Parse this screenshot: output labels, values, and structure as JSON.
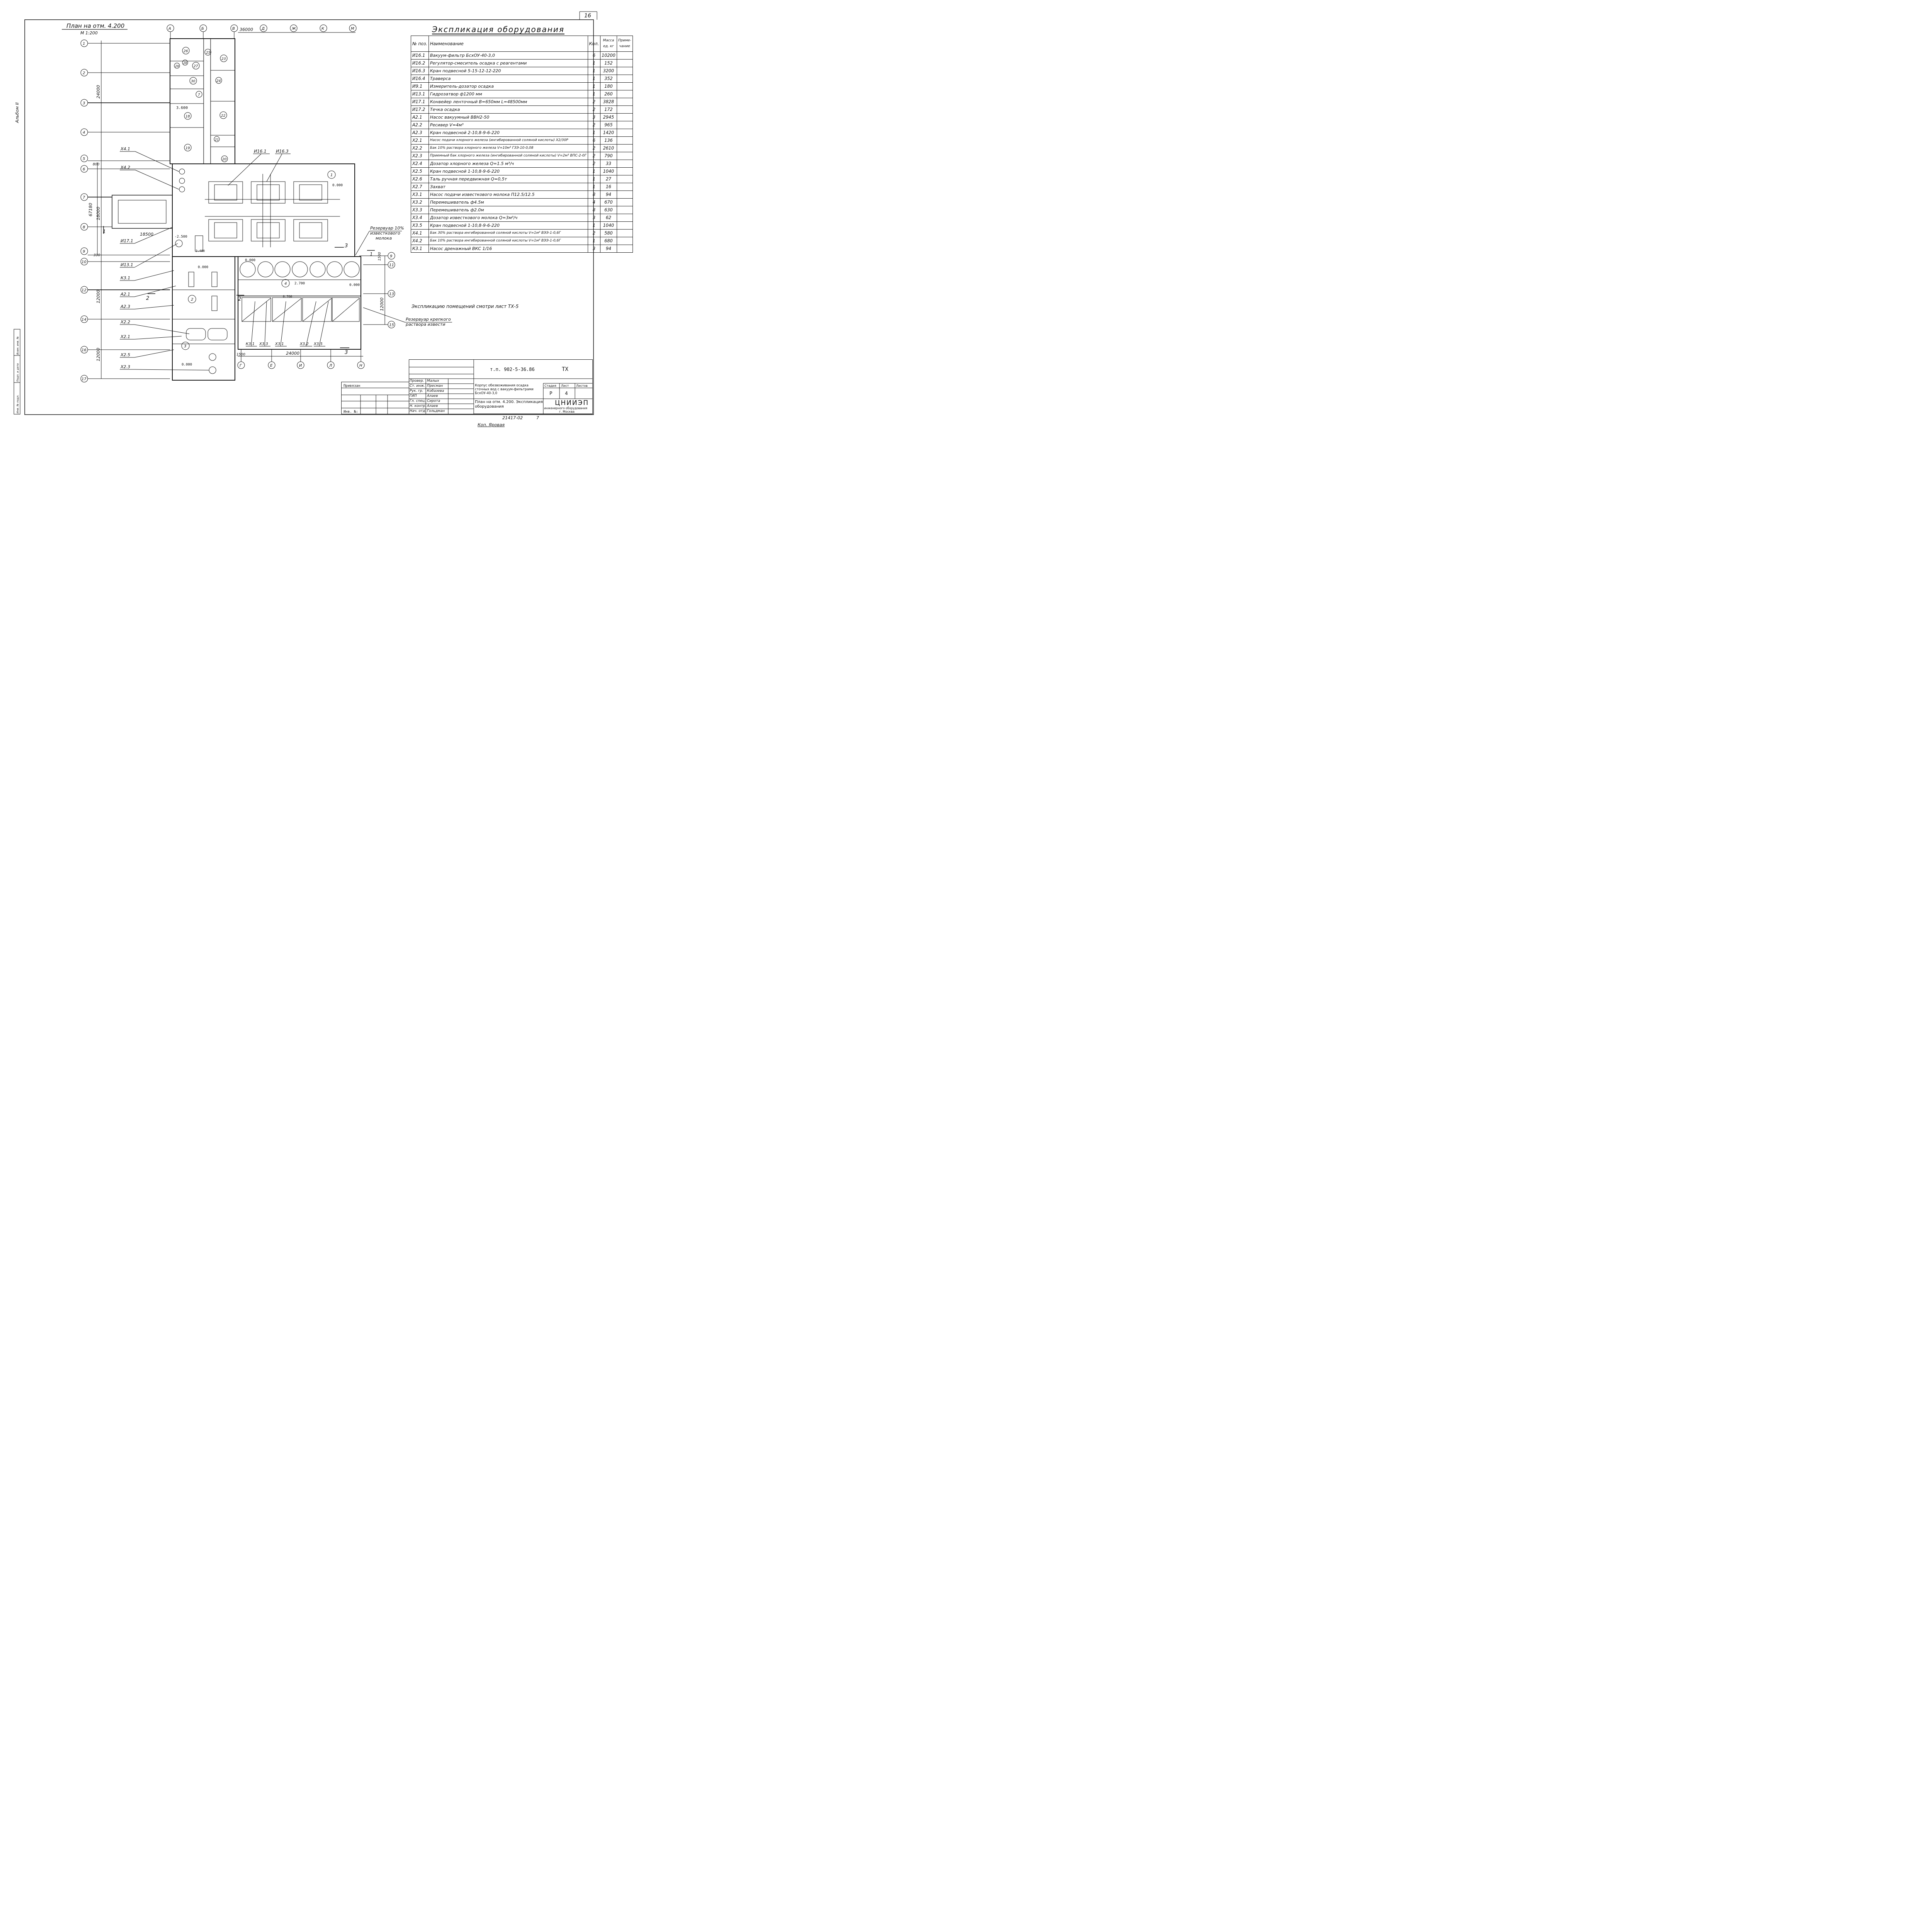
{
  "sheet_number": "16",
  "album_label": "Альбом II",
  "side_stamp": [
    "Инв. № подл.",
    "Подп. и дата",
    "Взам. инв. №"
  ],
  "plan": {
    "title": "План на отм. 4.200",
    "scale": "М 1:200",
    "top_axes": [
      "А",
      "Б",
      "В",
      "Д",
      "Ж",
      "К",
      "М"
    ],
    "top_dim": "36000",
    "bottom_axes": [
      "Г",
      "Е",
      "И",
      "Л",
      "Н"
    ],
    "bottom_dim": "24000",
    "left_axes": [
      "1",
      "2",
      "3",
      "4",
      "5",
      "6",
      "7",
      "8",
      "9",
      "10",
      "12",
      "14",
      "16",
      "17"
    ],
    "right_axes": [
      "9",
      "11",
      "13",
      "15"
    ],
    "left_dims": [
      "24000",
      "67180",
      "18000",
      "12000",
      "12000"
    ],
    "small_dims": [
      "800",
      "330",
      "18500",
      "1500",
      "1500"
    ],
    "elevations": [
      "3.600",
      "0.000",
      "0.000",
      "0.000",
      "0.000",
      "0.000",
      "2.700",
      "-2.500",
      "2.400",
      "0.760"
    ],
    "rooms": [
      "26",
      "25",
      "23",
      "28",
      "27",
      "29",
      "30",
      "24",
      "7",
      "18",
      "22",
      "21",
      "19",
      "20",
      "1",
      "2",
      "3",
      "4"
    ],
    "callouts": [
      "Х4.1",
      "Х4.2",
      "И17.1",
      "И13.1",
      "К3.1",
      "А2.1",
      "А2.3",
      "Х2.2",
      "Х2.1",
      "Х2.5",
      "Х2.3",
      "И16.1",
      "И16.3",
      "К3.1",
      "Х3.3",
      "Х3.1",
      "Х3.2",
      "Х3.5"
    ],
    "section_marks": [
      "1",
      "1",
      "2",
      "2",
      "3",
      "3"
    ],
    "label_tank_lime_milk": [
      "Резервуар 10%",
      "известкового",
      "молока"
    ],
    "label_tank_strong_lime": [
      "Резервуар крепкого",
      "раствора извести"
    ],
    "rooms_note": "Экспликацию помещений смотри лист ТХ-5"
  },
  "equipment": {
    "title": "Экспликация оборудования",
    "headers": [
      "№ поз.",
      "Наименование",
      "Кол.",
      "Масса ед. кг",
      "Приме- чание"
    ],
    "rows": [
      [
        "И16.1",
        "Вакуум-фильтр БсхОУ-40-3,0",
        "6",
        "10200"
      ],
      [
        "И16.2",
        "Регулятор-смеситель осадка с реагентами",
        "1",
        "152"
      ],
      [
        "И16.3",
        "Кран подвесной 5-15-12-12-220",
        "1",
        "3200"
      ],
      [
        "И16.4",
        "Траверса",
        "1",
        "352"
      ],
      [
        "И9.1",
        "Измеритель-дозатор осадка",
        "1",
        "180"
      ],
      [
        "И13.1",
        "Гидрозатвор ф1200 мм",
        "1",
        "260"
      ],
      [
        "И17.1",
        "Конвейер ленточный В=650мм L=48500мм",
        "2",
        "3828"
      ],
      [
        "И17.2",
        "Течка осадка",
        "2",
        "172"
      ],
      [
        "А2.1",
        "Насос вакуумный ВВН2-50",
        "3",
        "2945"
      ],
      [
        "А2.2",
        "Ресивер V=4м³",
        "2",
        "965"
      ],
      [
        "А2.3",
        "Кран подвесной 2-10,8-9-6-220",
        "1",
        "1420"
      ],
      [
        "Х2.1",
        "Насос подачи хлорного железа (ингибированной соляной кислоты) Х2/30Р",
        "6",
        "136"
      ],
      [
        "Х2.2",
        "Бак 10% раствора хлорного железа V=10м³ ГЗЭ-10-0,08",
        "2",
        "2610"
      ],
      [
        "Х2.3",
        "Приемный бак хлорного железа (ингибированной соляной кислоты) V=2м³ ВПС-2-0Г",
        "2",
        "790"
      ],
      [
        "Х2.4",
        "Дозатор хлорного железа Q=1.5 м³/ч",
        "2",
        "33"
      ],
      [
        "Х2.5",
        "Кран подвесной 1-10,8-9-6-220",
        "1",
        "1040"
      ],
      [
        "Х2.6",
        "Таль ручная передвижная Q=0,5т",
        "1",
        "27"
      ],
      [
        "Х2.7",
        "Захват",
        "1",
        "16"
      ],
      [
        "Х3.1",
        "Насос подачи известкового молока П12.5/12.5",
        "8",
        "94"
      ],
      [
        "Х3.2",
        "Перемешиватель ф4.5м",
        "4",
        "670"
      ],
      [
        "Х3.3",
        "Перемешиватель ф2.0м",
        "8",
        "630"
      ],
      [
        "Х3.4",
        "Дозатор известкового молока Q=3м³/ч",
        "3",
        "62"
      ],
      [
        "Х3.5",
        "Кран подвесной 1-10,8-9-6-220",
        "1",
        "1040"
      ],
      [
        "Х4.1",
        "Бак 30% раствора ингибированной соляной кислоты V=1м³ ВЭЭ-1-0,6Г",
        "2",
        "580"
      ],
      [
        "Х4.2",
        "Бак 10% раствора ингибированной соляной кислоты V=1м³ ВЭЭ-1-0,6Г",
        "1",
        "680"
      ],
      [
        "К3.1",
        "Насос дренажный ВКС 1/16",
        "3",
        "94"
      ]
    ]
  },
  "title_block": {
    "doc_code": "т.п. 902-5-36.86",
    "mark": "ТХ",
    "bound_label": "Привязан",
    "inv_label": "Инв. №:",
    "roles": [
      "Провер.",
      "Ст. инж.",
      "Рук. гр.",
      "ГИП",
      "Гл. спец.",
      "Н. контр.",
      "Нач. отд."
    ],
    "names": [
      "Малых",
      "Пресман",
      "Кобазева",
      "Алаев",
      "Сирота",
      "Алаев",
      "Гольдман"
    ],
    "project": "Корпус обезвоживания осадка сточных вод с вакуум-фильтрами БсхОУ-40-3,0",
    "sheet_title": "План на отм. 4.200. Экспликация оборудования",
    "stage_h": "Стадия",
    "sheet_h": "Лист",
    "sheets_h": "Листов",
    "stage": "Р",
    "sheet": "4",
    "org": "ЦНИИЭП",
    "org_sub": "инженерного оборудования",
    "org_city": "г. Москва",
    "order_no": "21417-02",
    "order_sheet": "7",
    "copied": "Коп. Яровая"
  }
}
